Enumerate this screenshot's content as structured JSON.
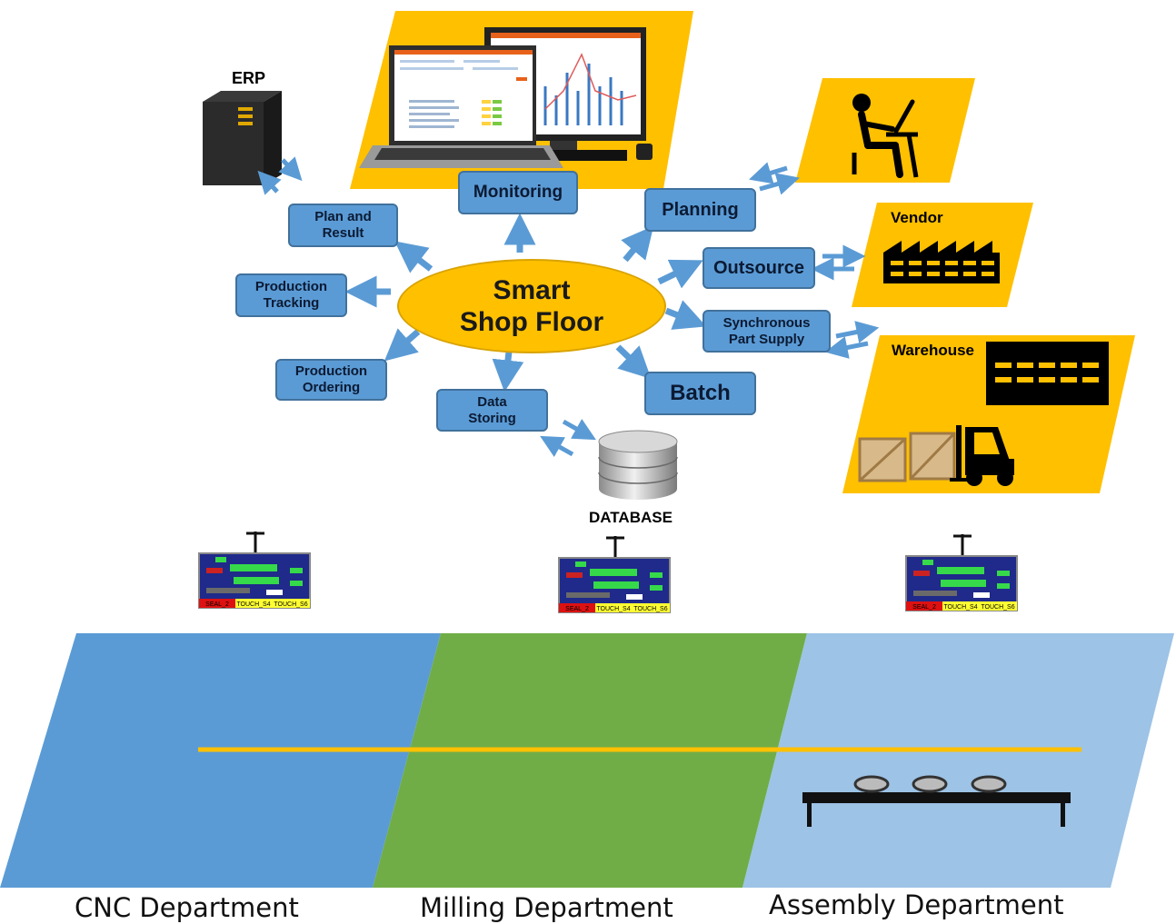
{
  "hub": {
    "line1": "Smart",
    "line2": "Shop Floor"
  },
  "functions": {
    "plan_result": {
      "line1": "Plan and",
      "line2": "Result"
    },
    "production_tracking": {
      "line1": "Production",
      "line2": "Tracking"
    },
    "production_ordering": {
      "line1": "Production",
      "line2": "Ordering"
    },
    "data_storing": {
      "line1": "Data",
      "line2": "Storing"
    },
    "monitoring": "Monitoring",
    "planning": "Planning",
    "outsource": "Outsource",
    "synchronous_supply": {
      "line1": "Synchronous",
      "line2": "Part Supply"
    },
    "batch": "Batch"
  },
  "systems": {
    "erp": "ERP",
    "database": "DATABASE",
    "vendor": "Vendor",
    "warehouse": "Warehouse"
  },
  "departments": [
    "CNC Department",
    "Milling Department",
    "Assembly Department"
  ],
  "terminal_screen": {
    "alarm": "SEAL_2",
    "touch1": "TOUCH_S4",
    "touch2": "TOUCH_S6"
  },
  "colors": {
    "accent": "#ffc000",
    "box": "#5b9bd5",
    "cnc_floor": "#5b9bd5",
    "milling_floor": "#70ad47",
    "assembly_floor": "#9dc3e6"
  }
}
